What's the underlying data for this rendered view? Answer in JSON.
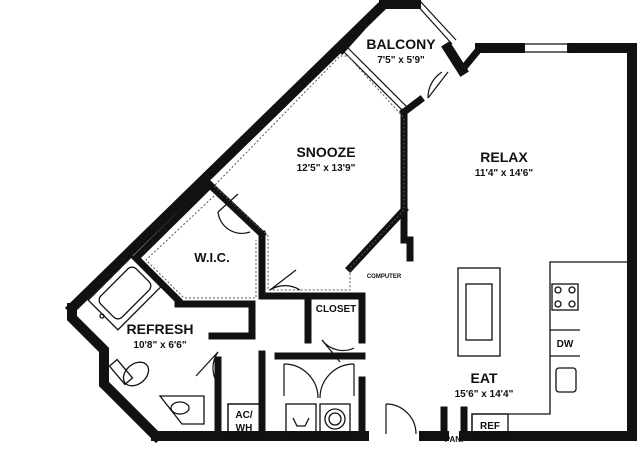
{
  "rooms": {
    "balcony": {
      "name": "BALCONY",
      "dim": "7'5\" x 5'9\""
    },
    "snooze": {
      "name": "SNOOZE",
      "dim": "12'5\" x 13'9\""
    },
    "relax": {
      "name": "RELAX",
      "dim": "11'4\" x 14'6\""
    },
    "wic": {
      "name": "W.I.C."
    },
    "refresh": {
      "name": "REFRESH",
      "dim": "10'8\" x 6'6\""
    },
    "eat": {
      "name": "EAT",
      "dim": "15'6\" x 14'4\""
    }
  },
  "labels": {
    "computer": "COMPUTER",
    "closet": "CLOSET",
    "acwh_line1": "AC/",
    "acwh_line2": "WH",
    "pantry": "PAN.",
    "refrigerator": "REF",
    "dishwasher": "DW"
  },
  "colors": {
    "wall": "#111111",
    "background": "#ffffff"
  }
}
